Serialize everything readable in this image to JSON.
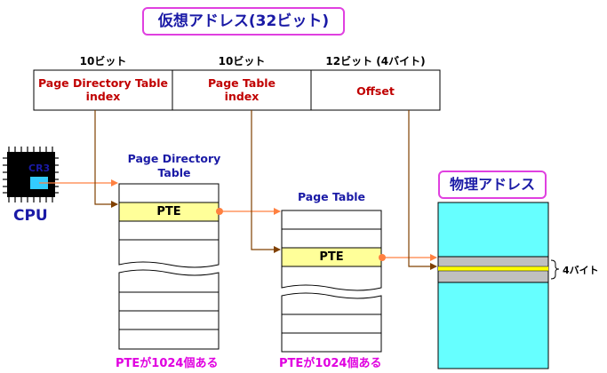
{
  "title": "仮想アドレス(32ビット)",
  "virtual_address": {
    "fields": [
      {
        "bits": "10ビット",
        "label": "Page Directory Table index"
      },
      {
        "bits": "10ビット",
        "label": "Page Table index"
      },
      {
        "bits": "12ビット (4バイト)",
        "label": "Offset"
      }
    ]
  },
  "cpu": {
    "register": "CR3",
    "label": "CPU"
  },
  "page_directory": {
    "title": "Page Directory Table",
    "entry": "PTE",
    "count": "PTEが1024個ある"
  },
  "page_table": {
    "title": "Page Table",
    "entry": "PTE",
    "count": "PTEが1024個ある"
  },
  "physical_memory": {
    "title": "物理アドレス",
    "size_label": "4バイト"
  },
  "colors": {
    "field_text": "#c00000",
    "title_text": "#1a1aa6",
    "title_border": "#e040e0",
    "pte_fill": "#ffff99",
    "memory_fill": "#66ffff",
    "arrow_orange": "#ff8040",
    "arrow_brown": "#804000",
    "count_text": "#e000e0"
  }
}
